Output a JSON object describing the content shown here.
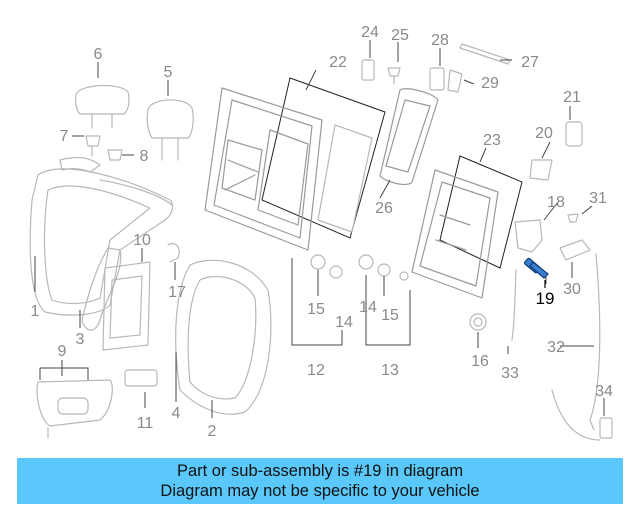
{
  "callouts": {
    "c1": "1",
    "c2": "2",
    "c3": "3",
    "c4": "4",
    "c5": "5",
    "c6": "6",
    "c7": "7",
    "c8": "8",
    "c9": "9",
    "c10": "10",
    "c11": "11",
    "c12": "12",
    "c13": "13",
    "c14a": "14",
    "c14b": "14",
    "c15a": "15",
    "c15b": "15",
    "c16": "16",
    "c17": "17",
    "c18": "18",
    "c19": "19",
    "c20": "20",
    "c21": "21",
    "c22": "22",
    "c23": "23",
    "c24": "24",
    "c25": "25",
    "c26": "26",
    "c27": "27",
    "c28": "28",
    "c29": "29",
    "c30": "30",
    "c31": "31",
    "c32": "32",
    "c33": "33",
    "c34": "34"
  },
  "highlighted_part": "19",
  "colors": {
    "banner_bg": "#5ac8fa",
    "highlight": "#3a7fd0"
  },
  "banner": {
    "line1": "Part or sub-assembly is #19 in diagram",
    "line2": "Diagram may not be specific to your vehicle"
  }
}
